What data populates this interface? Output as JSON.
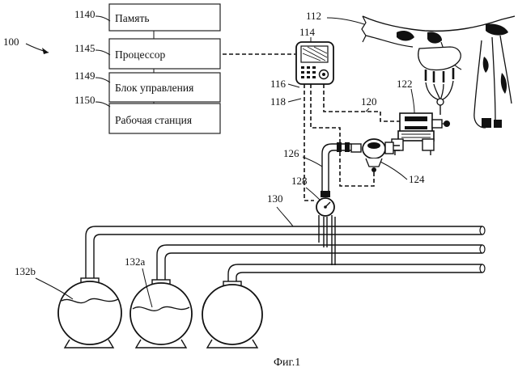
{
  "system_label": "100",
  "blocks": [
    {
      "ref": "1140",
      "label": "Память"
    },
    {
      "ref": "1145",
      "label": "Процессор"
    },
    {
      "ref": "1149",
      "label": "Блок управления"
    },
    {
      "ref": "1150",
      "label": "Рабочая станция"
    }
  ],
  "refs": {
    "cow": "112",
    "controller": "114",
    "line_116": "116",
    "line_118": "118",
    "line_120": "120",
    "milking_unit": "122",
    "pump_unit": "124",
    "milk_line": "126",
    "meter": "128",
    "main_pipe": "130",
    "tank_a": "132a",
    "tank_b": "132b"
  },
  "caption": "Фиг.1"
}
